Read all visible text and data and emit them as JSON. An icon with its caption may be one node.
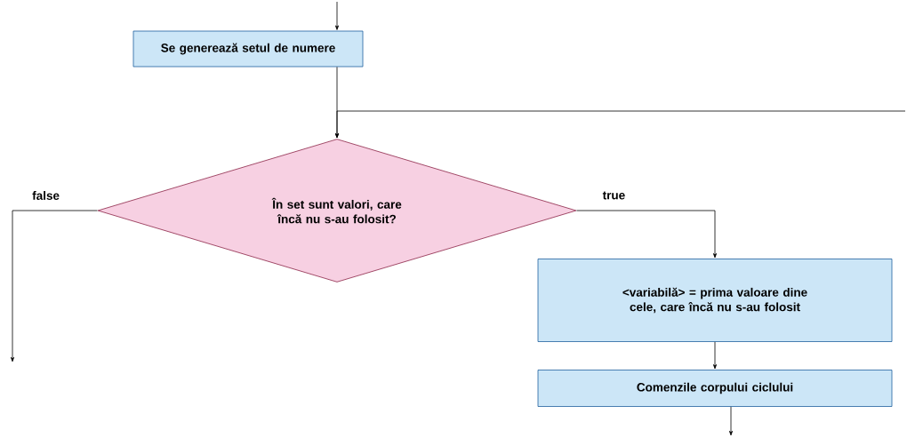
{
  "diagram": {
    "nodes": [
      {
        "text": [
          "Se generează setul de numere"
        ]
      },
      {
        "text": [
          "În set sunt valori, care încă nu s-au folosit?"
        ]
      },
      {
        "text": [
          "<variabilă> = prima valoare dine cele, care încă nu s-au folosit"
        ]
      },
      {
        "text": [
          "Comenzile corpului ciclului"
        ]
      }
    ],
    "edges": [
      {
        "from": null,
        "to": 0,
        "arrow": "to"
      },
      {
        "from": 0,
        "to": 1,
        "arrow": "to"
      },
      {
        "from": null,
        "to": 1,
        "arrow": "to"
      },
      {
        "from": 1,
        "to": 2,
        "arrow": "to",
        "label": "true"
      },
      {
        "from": 1,
        "to": null,
        "arrow": "to",
        "label": "false"
      },
      {
        "from": 2,
        "to": 3,
        "arrow": "to"
      },
      {
        "from": 3,
        "to": null,
        "arrow": "to"
      }
    ]
  }
}
